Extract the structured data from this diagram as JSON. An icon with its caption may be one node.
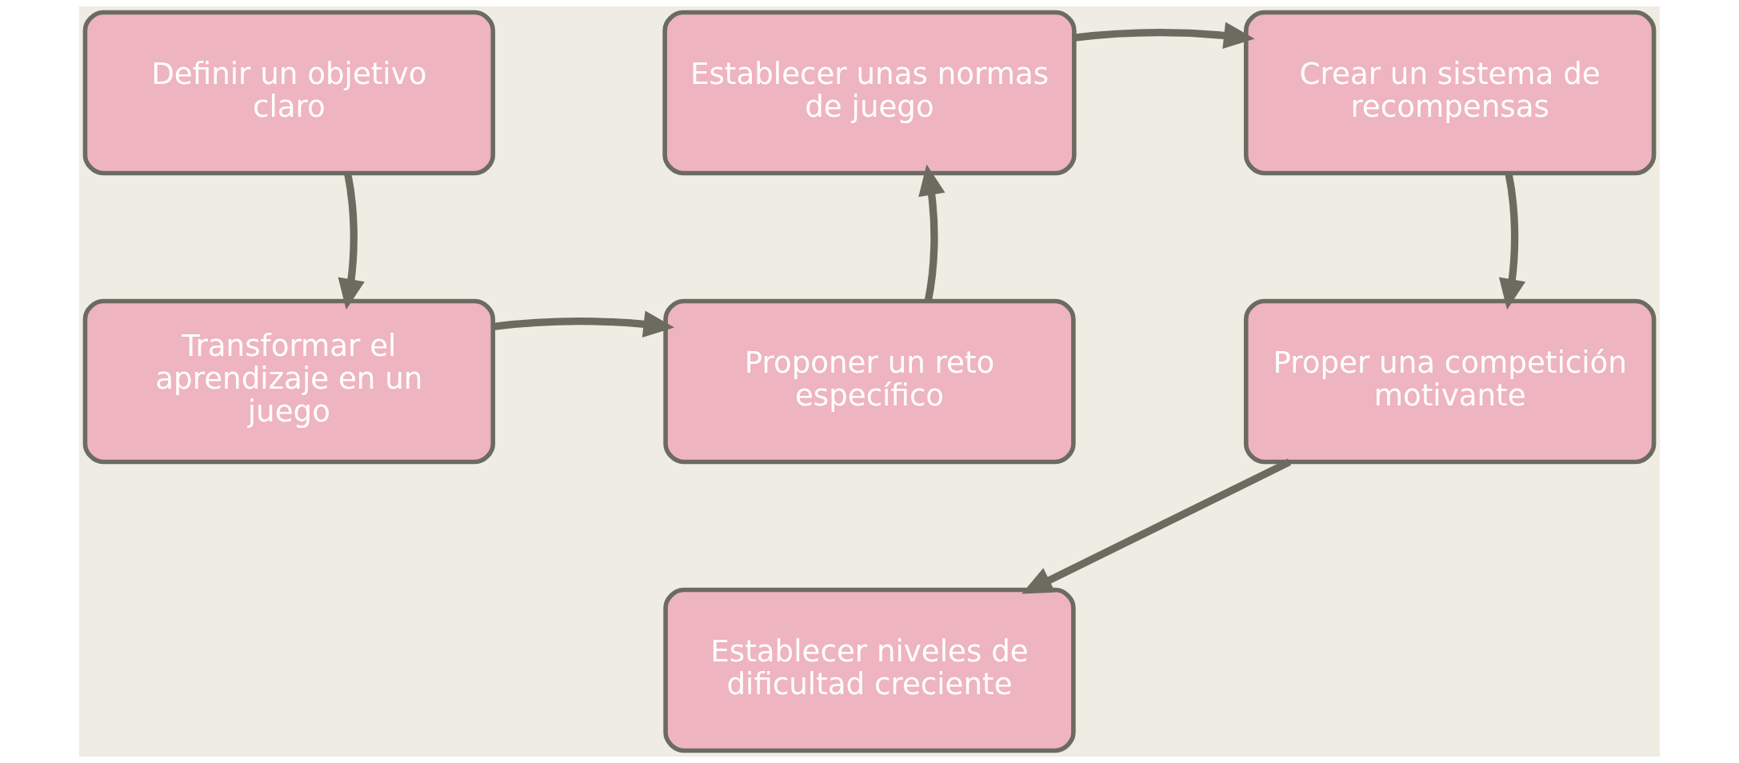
{
  "diagram": {
    "nodes": [
      {
        "text": [
          "Definir un objetivo claro"
        ]
      },
      {
        "text": [
          "Establecer unas normas de juego"
        ]
      },
      {
        "text": [
          "Crear un sistema de recompensas"
        ]
      },
      {
        "text": [
          "Transformar el aprendizaje en un juego"
        ]
      },
      {
        "text": [
          "Proponer un reto específico"
        ]
      },
      {
        "text": [
          "Proper una competición motivante"
        ]
      },
      {
        "text": [
          "Establecer niveles de dificultad creciente"
        ]
      }
    ],
    "edges": [
      {
        "from": 0,
        "to": 3,
        "arrow": "to"
      },
      {
        "from": 3,
        "to": 4,
        "arrow": "to"
      },
      {
        "from": 4,
        "to": 1,
        "arrow": "to"
      },
      {
        "from": 1,
        "to": 2,
        "arrow": "to"
      },
      {
        "from": 2,
        "to": 5,
        "arrow": "to"
      },
      {
        "from": 5,
        "to": 6,
        "arrow": "to"
      }
    ]
  }
}
